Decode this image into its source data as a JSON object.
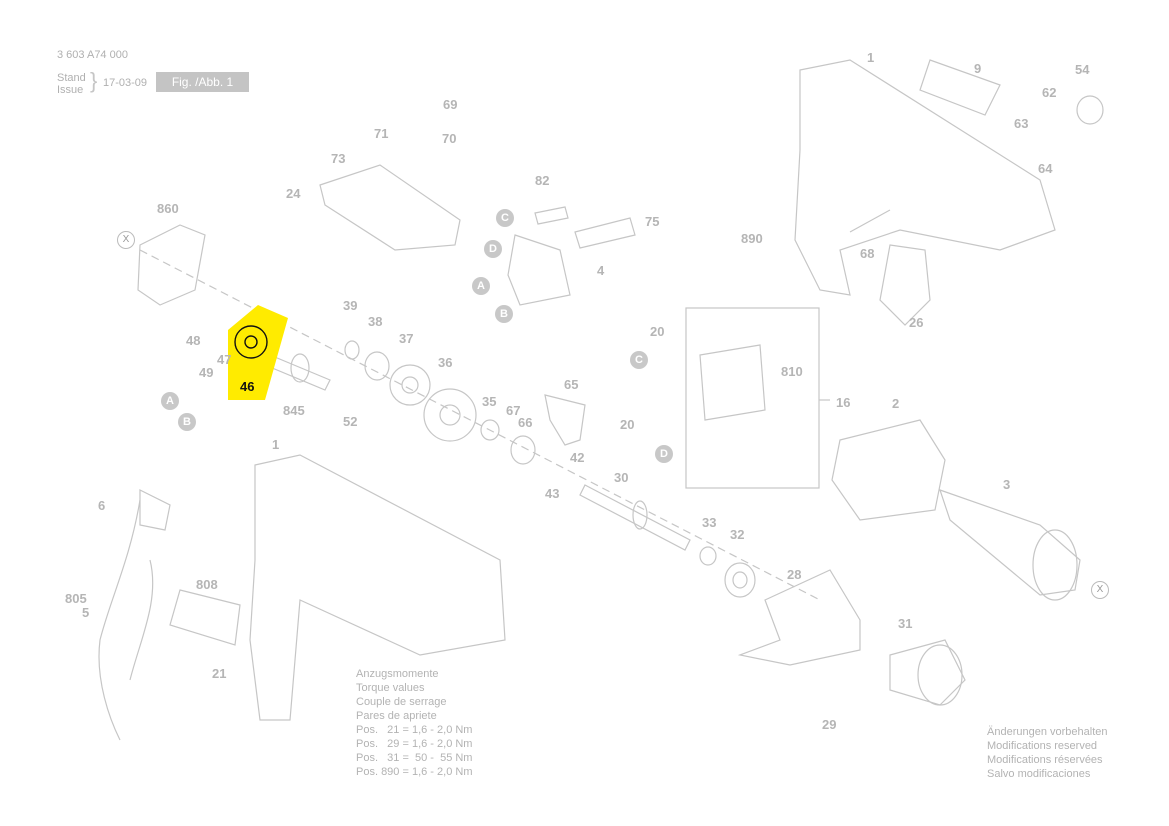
{
  "doc_number": "3 603 A74 000",
  "stand_label_1": "Stand",
  "stand_label_2": "Issue",
  "stand_date": "17-03-09",
  "fig_label": "Fig. /Abb. 1",
  "highlight": {
    "label": "46",
    "color": "#ffeb00"
  },
  "torque": {
    "title_de": "Anzugsmomente",
    "title_en": "Torque values",
    "title_fr": "Couple de serrage",
    "title_es": "Pares de apriete",
    "rows": [
      "Pos.   21 = 1,6 - 2,0 Nm",
      "Pos.   29 = 1,6 - 2,0 Nm",
      "Pos.   31 =  50 -  55 Nm",
      "Pos. 890 = 1,6 - 2,0 Nm"
    ]
  },
  "modifications": [
    "Änderungen vorbehalten",
    "Modifications reserved",
    "Modifications réservées",
    "Salvo modificaciones"
  ],
  "part_numbers": [
    "1",
    "9",
    "54",
    "62",
    "63",
    "64",
    "69",
    "71",
    "70",
    "73",
    "24",
    "82",
    "75",
    "4",
    "860",
    "890",
    "68",
    "26",
    "39",
    "38",
    "37",
    "36",
    "48",
    "47",
    "49",
    "845",
    "52",
    "65",
    "35",
    "67",
    "66",
    "42",
    "43",
    "20",
    "810",
    "16",
    "2",
    "30",
    "3",
    "33",
    "32",
    "6",
    "808",
    "805",
    "5",
    "28",
    "31",
    "21",
    "29"
  ],
  "connector_letters": [
    "A",
    "B",
    "C",
    "D",
    "X"
  ],
  "part_1_lower": "1",
  "part_20_lower": "20",
  "part_5": "5",
  "letter_refs": {
    "a": "A",
    "b": "B",
    "c": "C",
    "d": "D",
    "x": "X"
  }
}
